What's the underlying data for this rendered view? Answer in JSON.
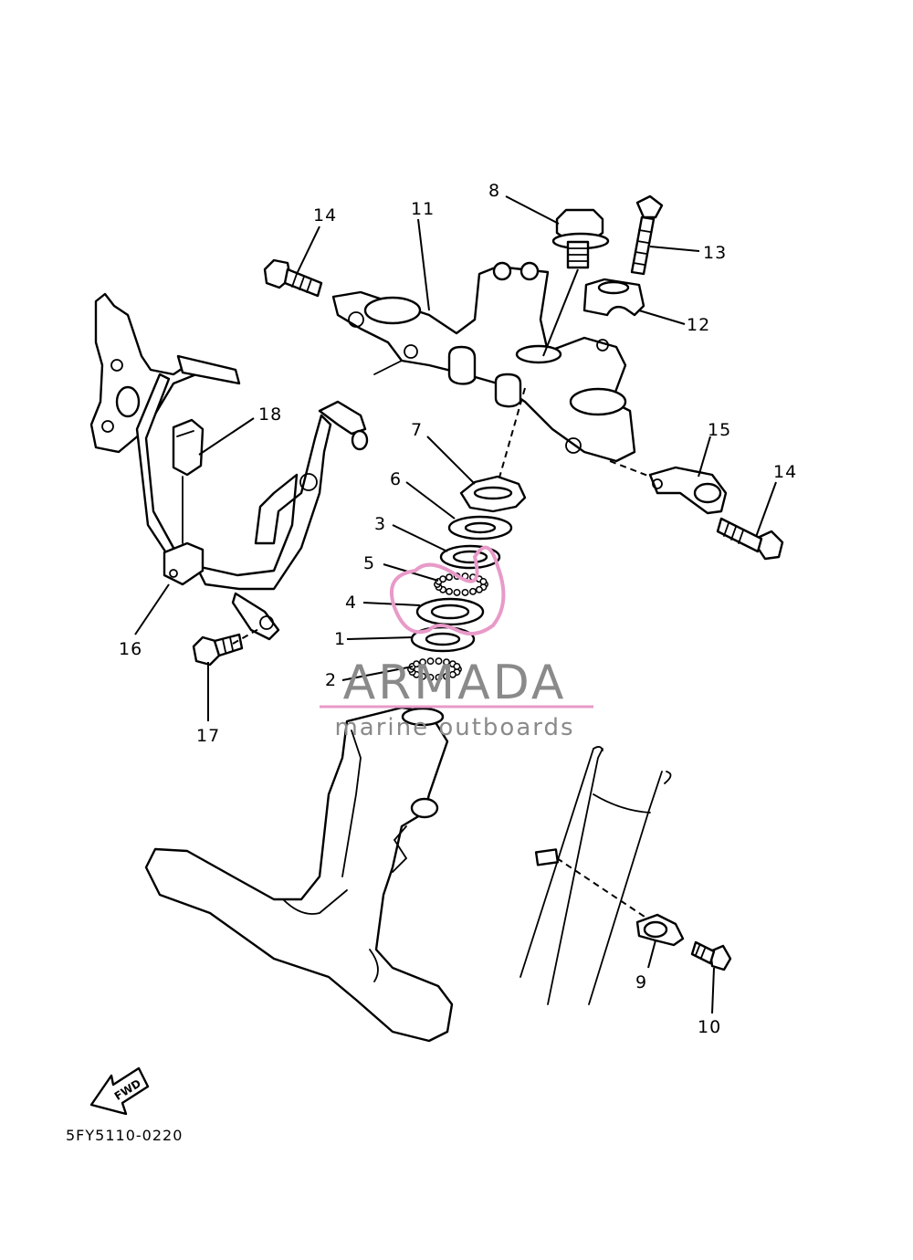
{
  "diagram_code": "5FY5110-0220",
  "fwd_label": "FWD",
  "watermark": {
    "brand": "ARMADA",
    "tagline": "marine outboards",
    "accent_color": "#e89ac8",
    "text_color": "#8a8a8a"
  },
  "callouts": [
    "1",
    "2",
    "3",
    "4",
    "5",
    "6",
    "7",
    "8",
    "9",
    "10",
    "11",
    "12",
    "13",
    "14",
    "14",
    "15",
    "16",
    "17",
    "18"
  ]
}
